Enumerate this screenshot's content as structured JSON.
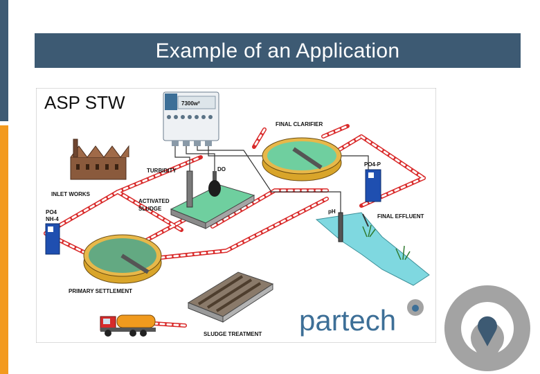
{
  "slide": {
    "title": "Example of an Application"
  },
  "diagram": {
    "heading": "ASP STW",
    "labels": {
      "final_clarifier": "FINAL CLARIFIER",
      "turbidity": "TURBIDITY",
      "do": "DO",
      "po4p": "PO4-P",
      "inlet_works": "INLET WORKS",
      "activated": "ACTIVATED",
      "sludge": "SLUDGE",
      "po4": "PO4",
      "nh4": "NH-4",
      "ph": "pH",
      "final_effluent": "FINAL EFFLUENT",
      "primary_settlement": "PRIMARY SETTLEMENT",
      "sludge_treatment": "SLUDGE TREATMENT"
    },
    "controller": {
      "model": "7300w²"
    },
    "brand": "partech"
  },
  "colors": {
    "slide_blue": "#3d5a73",
    "accent_orange": "#f39a1e",
    "water": "#6fcf9f",
    "river": "#7fd8e0",
    "pipe_red": "#d92b2b",
    "brand_blue": "#3d6f97",
    "logo_grey": "#a3a3a3"
  },
  "icons": [
    "factory-icon",
    "sensor-probe-icon",
    "controller-icon",
    "tanker-truck-icon",
    "location-pin-icon"
  ]
}
